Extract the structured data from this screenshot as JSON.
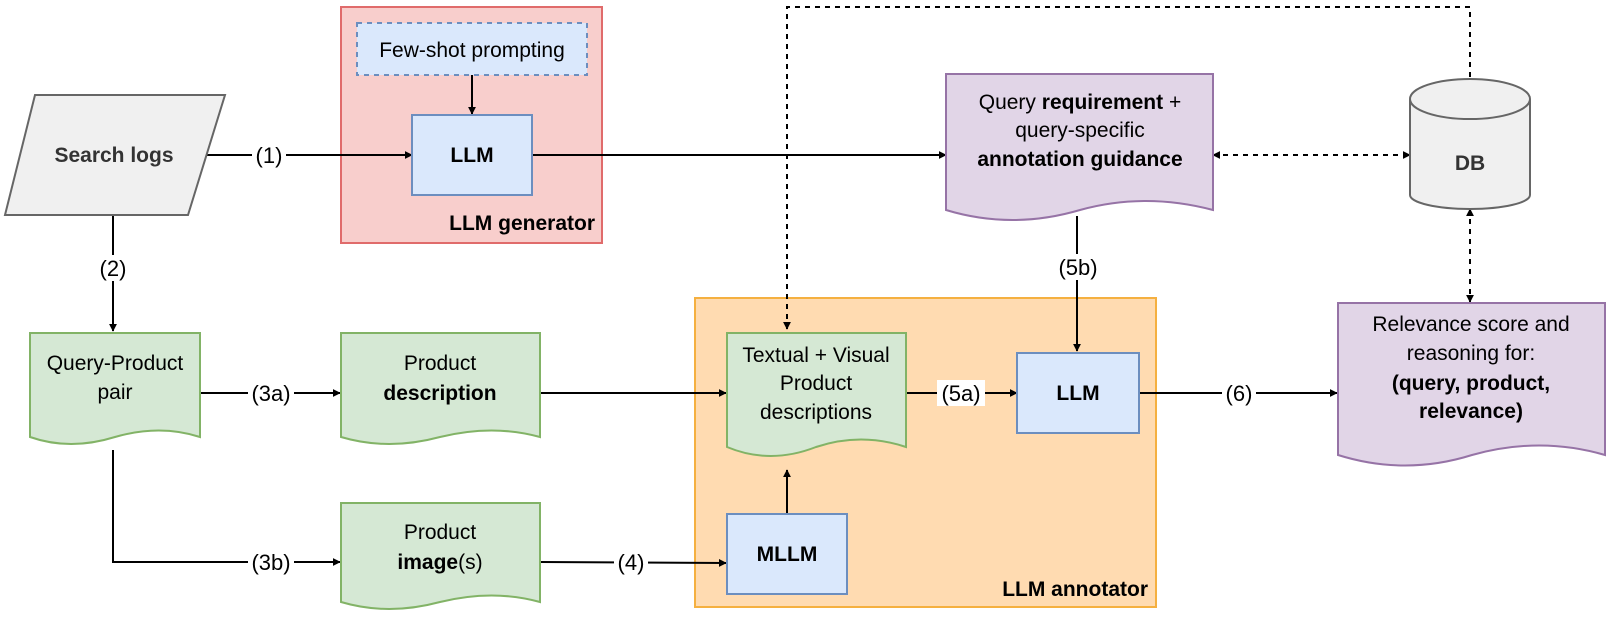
{
  "containers": {
    "llm_generator": "LLM generator",
    "llm_annotator": "LLM annotator"
  },
  "nodes": {
    "few_shot": "Few-shot prompting",
    "search_logs": "Search logs",
    "llm_top": "LLM",
    "query_req": {
      "l1a": "Query ",
      "l1b": "requirement",
      "l1c": " +",
      "l2": "query-specific",
      "l3": "annotation guidance"
    },
    "db": "DB",
    "qp_pair": {
      "l1": "Query-Product",
      "l2": "pair"
    },
    "prod_desc": {
      "l1": "Product",
      "l2": "description"
    },
    "tv_desc": {
      "l1": "Textual + Visual",
      "l2": "Product",
      "l3": "descriptions"
    },
    "llm_mid": "LLM",
    "relevance": {
      "l1": "Relevance score and",
      "l2": "reasoning for:",
      "l3": "(query, product,",
      "l4": "relevance)"
    },
    "prod_img": {
      "l1": "Product",
      "l2a": "image",
      "l2b": "(s)"
    },
    "mllm": "MLLM"
  },
  "edge_labels": {
    "e1": "(1)",
    "e2": "(2)",
    "e3a": "(3a)",
    "e3b": "(3b)",
    "e4": "(4)",
    "e5a": "(5a)",
    "e5b": "(5b)",
    "e6": "(6)"
  },
  "colors": {
    "generator_fill": "#f8cecc",
    "generator_stroke": "#e06b6b",
    "annotator_fill": "#ffdbb1",
    "annotator_stroke": "#f5b040",
    "llm_fill": "#dae8fc",
    "llm_stroke": "#6c8ebf",
    "doc_green_fill": "#d5e8d4",
    "doc_green_stroke": "#82b366",
    "doc_purple_fill": "#e1d5e7",
    "doc_purple_stroke": "#9673a6",
    "gray_fill": "#f0f0f0",
    "gray_stroke": "#666666"
  }
}
